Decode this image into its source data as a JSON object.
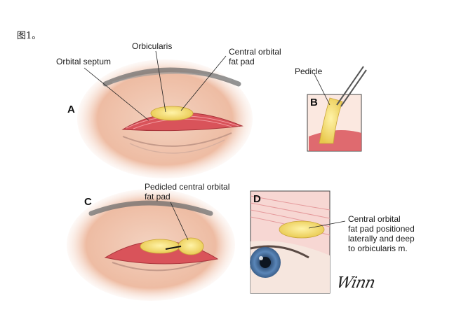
{
  "caption": "图1。",
  "panels": {
    "a": {
      "letter": "A",
      "labels": {
        "orbital_septum": "Orbital septum",
        "orbicularis": "Orbicularis",
        "central_fat_line1": "Central orbital",
        "central_fat_line2": "fat pad"
      }
    },
    "b": {
      "letter": "B",
      "labels": {
        "pedicle": "Pedicle"
      }
    },
    "c": {
      "letter": "C",
      "labels": {
        "pedicled_line1": "Pedicled central orbital",
        "pedicled_line2": "fat pad"
      }
    },
    "d": {
      "letter": "D",
      "labels": {
        "line1": "Central orbital",
        "line2": "fat pad positioned",
        "line3": "laterally and deep",
        "line4": "to orbicularis m."
      }
    }
  },
  "signature": "Winn",
  "colors": {
    "skin": "#f2cdb8",
    "muscle": "#d9535a",
    "fat": "#f3dc63",
    "iris": "#5a86b8"
  }
}
